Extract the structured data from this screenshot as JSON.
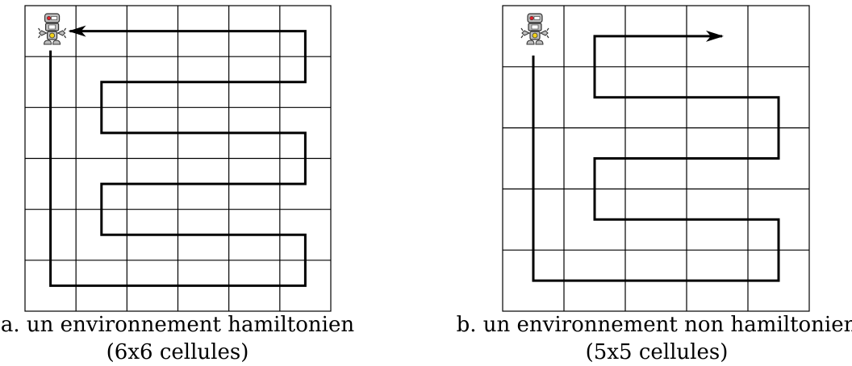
{
  "colors": {
    "grid": "#000000",
    "path": "#000000",
    "robot_body": "#bdbdbd",
    "robot_outline": "#333333",
    "robot_eye": "#e0202a",
    "robot_core": "#f2d21b"
  },
  "icons": [
    "robot-icon",
    "arrow-head"
  ],
  "panels": [
    {
      "id": "a",
      "rows": 6,
      "cols": 6,
      "caption_line1": "a. un environnement hamiltonien",
      "caption_line2": "(6x6 cellules)",
      "path_cells": [
        [
          0,
          0
        ],
        [
          0,
          1
        ],
        [
          0,
          2
        ],
        [
          0,
          3
        ],
        [
          0,
          4
        ],
        [
          0,
          5
        ],
        [
          1,
          5
        ],
        [
          2,
          5
        ],
        [
          3,
          5
        ],
        [
          4,
          5
        ],
        [
          5,
          5
        ],
        [
          5,
          4
        ],
        [
          4,
          4
        ],
        [
          3,
          4
        ],
        [
          2,
          4
        ],
        [
          1,
          4
        ],
        [
          1,
          3
        ],
        [
          2,
          3
        ],
        [
          3,
          3
        ],
        [
          4,
          3
        ],
        [
          5,
          3
        ],
        [
          5,
          2
        ],
        [
          4,
          2
        ],
        [
          3,
          2
        ],
        [
          2,
          2
        ],
        [
          1,
          2
        ],
        [
          1,
          1
        ],
        [
          2,
          1
        ],
        [
          3,
          1
        ],
        [
          4,
          1
        ],
        [
          5,
          1
        ],
        [
          5,
          0
        ],
        [
          4,
          0
        ],
        [
          3,
          0
        ],
        [
          2,
          0
        ],
        [
          1,
          0
        ]
      ]
    },
    {
      "id": "b",
      "rows": 5,
      "cols": 5,
      "caption_line1": "b. un environnement non hamiltonien",
      "caption_line2": "(5x5 cellules)",
      "path_cells": [
        [
          0,
          0
        ],
        [
          0,
          1
        ],
        [
          0,
          2
        ],
        [
          0,
          3
        ],
        [
          0,
          4
        ],
        [
          1,
          4
        ],
        [
          2,
          4
        ],
        [
          3,
          4
        ],
        [
          4,
          4
        ],
        [
          4,
          3
        ],
        [
          3,
          3
        ],
        [
          2,
          3
        ],
        [
          1,
          3
        ],
        [
          1,
          2
        ],
        [
          2,
          2
        ],
        [
          3,
          2
        ],
        [
          4,
          2
        ],
        [
          4,
          1
        ],
        [
          3,
          1
        ],
        [
          2,
          1
        ],
        [
          1,
          1
        ],
        [
          1,
          0
        ],
        [
          2,
          0
        ],
        [
          3,
          0
        ]
      ]
    }
  ]
}
